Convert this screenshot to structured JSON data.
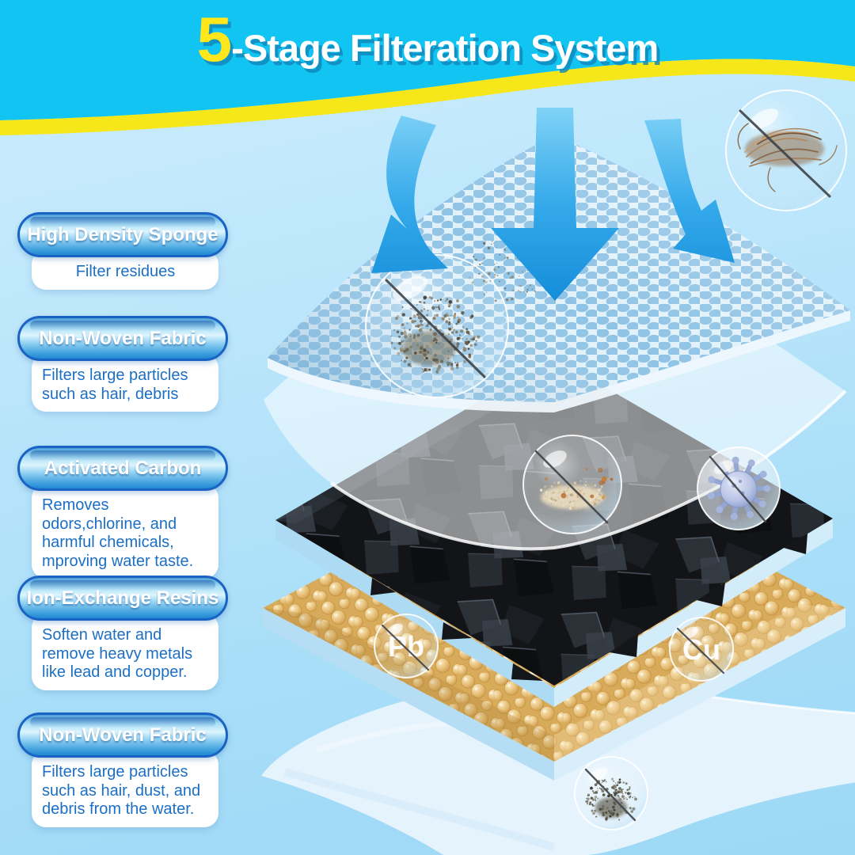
{
  "title": {
    "stage_number": "5",
    "text": "-Stage Filteration System"
  },
  "stages": [
    {
      "label": "High Density Sponge",
      "description": "Filter residues"
    },
    {
      "label": "Non-Woven Fabric",
      "description": "Filters large particles such as hair, debris"
    },
    {
      "label": "Activated Carbon",
      "description": "Removes odors,chlorine, and harmful chemicals, mproving water taste."
    },
    {
      "label": "Ion-Exchange Resins",
      "description": "Soften water and remove heavy metals like lead and copper."
    },
    {
      "label": "Non-Woven Fabric",
      "description": "Filters large particles such as hair, dust, and debris from the water."
    }
  ],
  "diagram": {
    "badges": [
      "Pb",
      "Cu"
    ],
    "contaminants": [
      "hair",
      "dust-residue",
      "sand-sediment",
      "virus-germ",
      "lead",
      "copper",
      "debris"
    ],
    "layers": [
      "high-density-sponge",
      "non-woven-fabric",
      "activated-carbon",
      "ion-exchange-resins",
      "non-woven-fabric"
    ]
  },
  "colors": {
    "header_band": "#12c4f2",
    "wave_accent": "#f6e71a",
    "stage_number_yellow": "#ffe71c",
    "pill_border": "#1a63c4",
    "description_text": "#1b6fc5",
    "arrow_blue": "#2fa6e8",
    "carbon_black": "#15171a",
    "resin_amber": "#d8ab5a",
    "sponge_hole_blue": "#8fc3e5"
  }
}
